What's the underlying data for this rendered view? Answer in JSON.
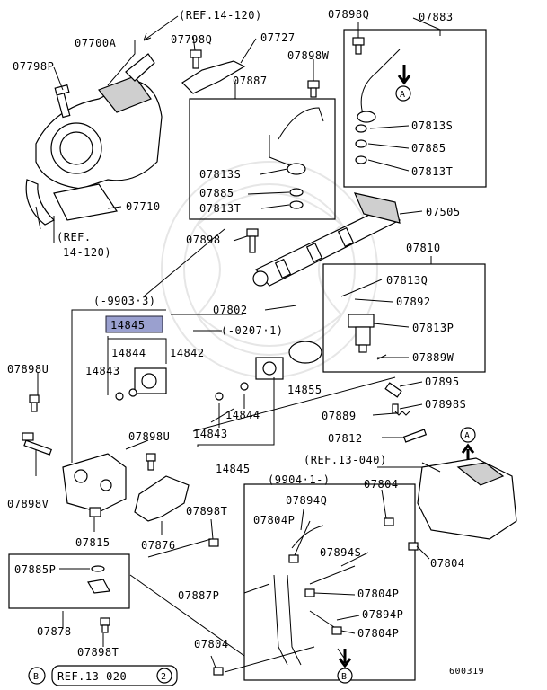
{
  "diagram_code": "600319",
  "refs": {
    "ref_14_120_top": "(REF.14-120)",
    "ref_14_120_left_1": "(REF.",
    "ref_14_120_left_2": "14-120)",
    "ref_13_040": "(REF.13-040)",
    "ref_13_020": "REF.13-020",
    "ref_13_020_num": "2",
    "range_9903": "(-9903·3)",
    "range_0207": "(-0207·1)",
    "range_9904": "(9904·1-)"
  },
  "markers": {
    "a": "A",
    "b": "B"
  },
  "highlighted_part": "14845",
  "parts": {
    "p07700A": "07700A",
    "p07798P": "07798P",
    "p07798Q": "07798Q",
    "p07727": "07727",
    "p07898Q": "07898Q",
    "p07883": "07883",
    "p07898W": "07898W",
    "p07887_top": "07887",
    "p07813S_top": "07813S",
    "p07885_top": "07885",
    "p07813T_top": "07813T",
    "p07813S_right": "07813S",
    "p07885_right": "07885",
    "p07813T_right": "07813T",
    "p07710": "07710",
    "p07505": "07505",
    "p07898": "07898",
    "p07810": "07810",
    "p07813Q": "07813Q",
    "p07892": "07892",
    "p07813P": "07813P",
    "p07889W": "07889W",
    "p07802": "07802",
    "p14844_top": "14844",
    "p14842": "14842",
    "p14843_top": "14843",
    "p14855": "14855",
    "p07898U_left": "07898U",
    "p14844_mid": "14844",
    "p14843_mid": "14843",
    "p07898U_mid": "07898U",
    "p14845_bottom": "14845",
    "p07895": "07895",
    "p07898S": "07898S",
    "p07889": "07889",
    "p07812": "07812",
    "p07898V": "07898V",
    "p07815": "07815",
    "p07876": "07876",
    "p07898T_mid": "07898T",
    "p07894Q": "07894Q",
    "p07804P_1": "07804P",
    "p07804_right_top": "07804",
    "p07894S": "07894S",
    "p07804_right": "07804",
    "p07887P": "07887P",
    "p07804P_2": "07804P",
    "p07894P": "07894P",
    "p07804P_3": "07804P",
    "p07885P": "07885P",
    "p07878": "07878",
    "p07898T_bottom": "07898T",
    "p07804_bottom": "07804"
  }
}
